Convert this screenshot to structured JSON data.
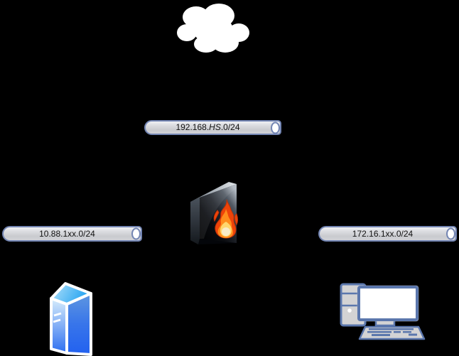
{
  "background": "#000000",
  "networks": {
    "top": {
      "parts": [
        "192.168.",
        "HS",
        ".0/24"
      ]
    },
    "left": {
      "label": "10.88.1xx.0/24"
    },
    "right": {
      "label": "172.16.1xx.0/24"
    }
  },
  "nodes": {
    "internet": {
      "icon": "cloud-icon"
    },
    "firewall": {
      "icon": "firewall-icon"
    },
    "server": {
      "icon": "server-icon"
    },
    "workstation": {
      "icon": "workstation-icon"
    }
  },
  "colors": {
    "background": "#000000",
    "segment_border": "#7385b3",
    "segment_fill": "#d6d7db",
    "segment_end_cap": "#ffffff",
    "segment_text": "#111111",
    "cloud_fill": "#ffffff",
    "firewall_body_dark": "#0a0c10",
    "firewall_bevel_light": "#e4e8ec",
    "flame_red": "#ee4409",
    "flame_orange": "#ff8c1c",
    "flame_yellow": "#ffd76e",
    "server_top_blue": "#23a3f1",
    "server_front_blue": "#2e6ff0",
    "server_outline": "#ffffff",
    "computer_outline": "#5b77ad",
    "computer_body": "#d3d3d4",
    "screen_fill": "#ffffff"
  }
}
